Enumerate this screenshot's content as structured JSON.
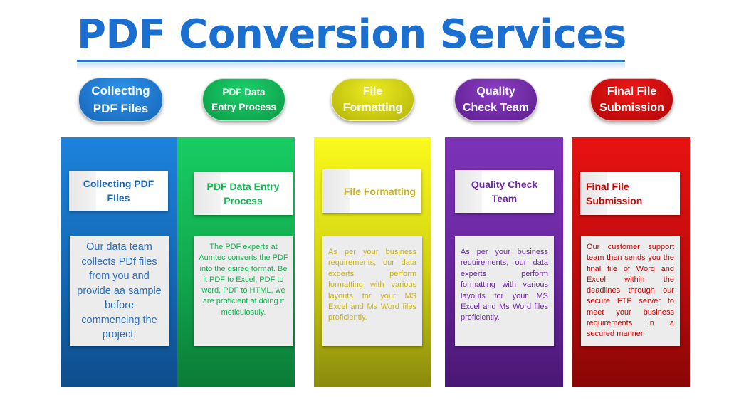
{
  "title": "PDF Conversion Services",
  "pills": [
    {
      "line1": "Collecting",
      "line2": "PDF Files"
    },
    {
      "line1": "PDF Data",
      "line2": "Entry Process"
    },
    {
      "line1": "File",
      "line2": "Formatting"
    },
    {
      "line1": "Quality",
      "line2": "Check Team"
    },
    {
      "line1": "Final File",
      "line2": "Submission"
    }
  ],
  "cards": [
    {
      "line1": "Collecting PDF",
      "line2": "FIles"
    },
    {
      "line1": "PDF Data Entry",
      "line2": "Process"
    },
    {
      "line1": "File Formatting"
    },
    {
      "line1": "Quality Check",
      "line2": "Team"
    },
    {
      "line1": "Final File",
      "line2": "Submission"
    }
  ],
  "descriptions": [
    "Our data team collects PDf files from you and provide aa sample before commencing the project.",
    "The PDF experts at Aumtec converts the PDF into the dsired format. Be it PDF to Excel, PDF to word, PDF to HTML, we are proficient at doing it meticulosuly.",
    "As per your business requirements, our data experts perform formatting with various layouts for your MS Excel and Ms Word files proficiently.",
    "As per your business requirements, our data experts perform formatting with various layouts for your MS Excel and Ms Word files proficiently.",
    "Our customer support team then sends you the final file of Word and Excel within the deadlines through our secure FTP server to meet your business requirements in a secured manner."
  ],
  "colors": {
    "title": "#1a6fd0",
    "blue": "#1c7fd8",
    "green": "#16c75e",
    "yellow": "#f5f51a",
    "purple": "#7b2fb3",
    "red": "#e01010"
  }
}
